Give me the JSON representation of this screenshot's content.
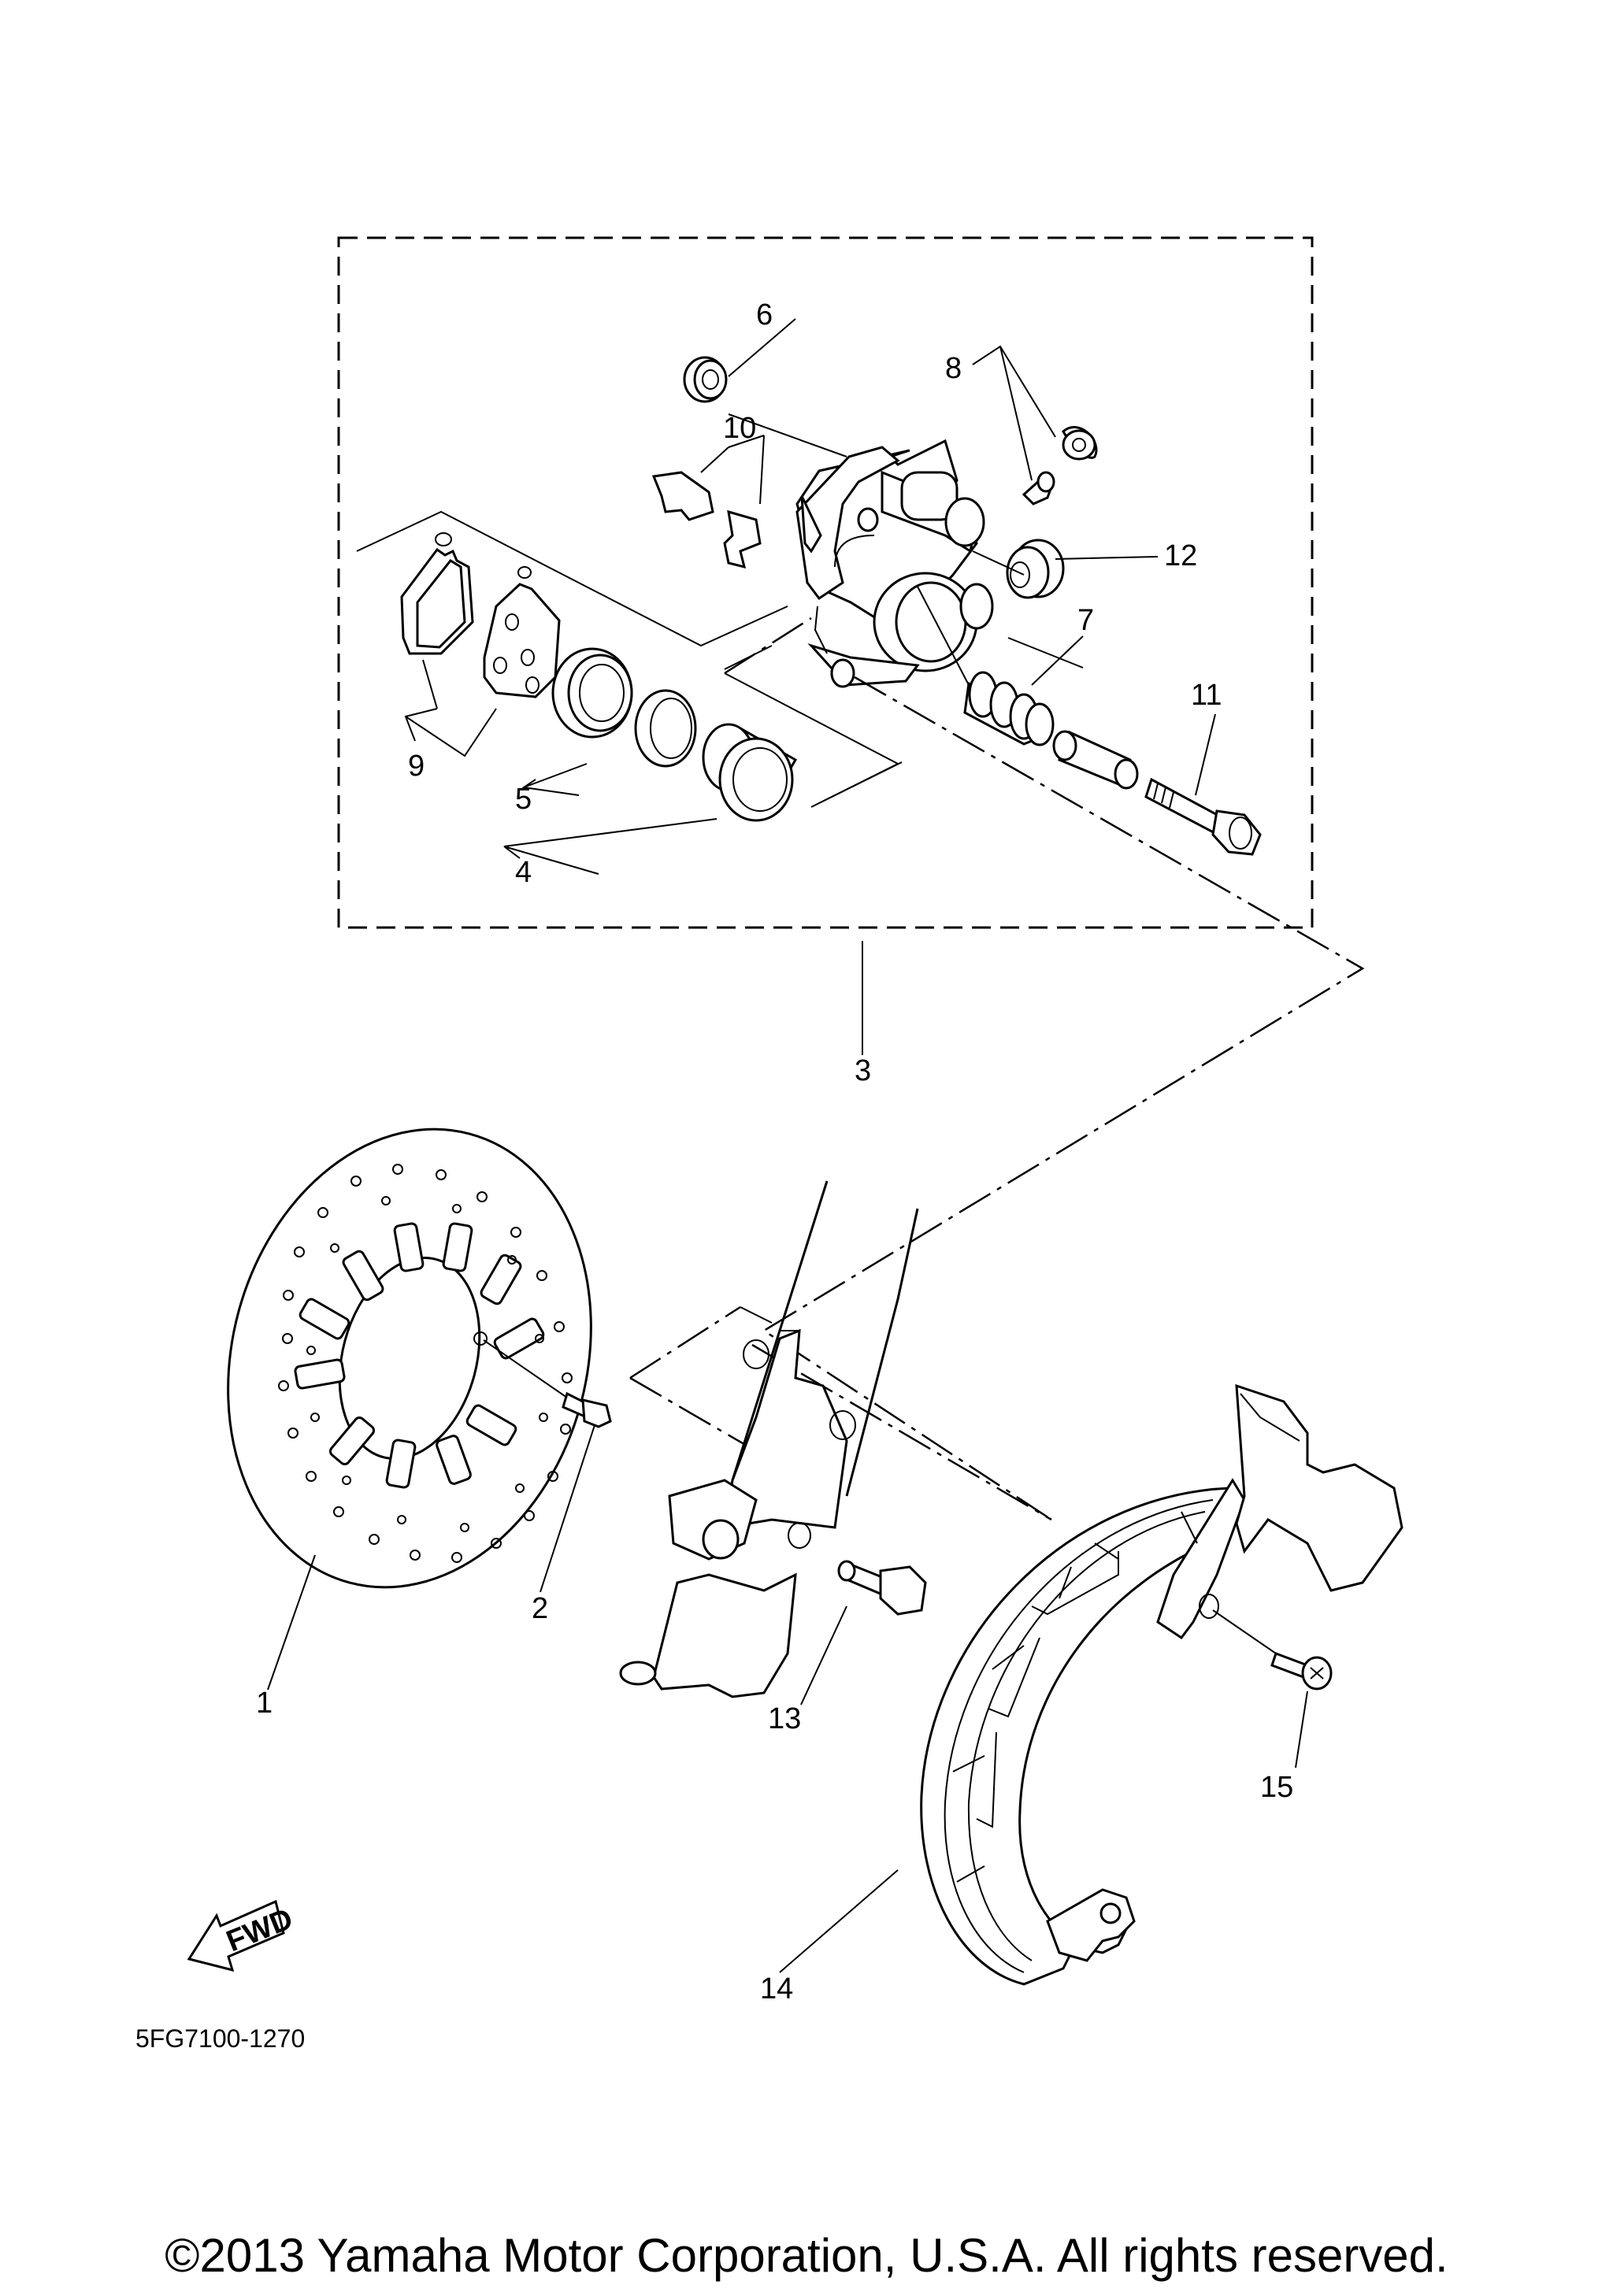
{
  "diagram": {
    "labels": {
      "p1": "1",
      "p2": "2",
      "p3": "3",
      "p4": "4",
      "p5": "5",
      "p6": "6",
      "p7": "7",
      "p8": "8",
      "p9": "9",
      "p10": "10",
      "p11": "11",
      "p12": "12",
      "p13": "13",
      "p14": "14",
      "p15": "15"
    },
    "fwd_text": "FWD",
    "diagram_code": "5FG7100-1270"
  },
  "footer": {
    "copyright": "©2013 Yamaha Motor Corporation, U.S.A. All rights reserved."
  }
}
